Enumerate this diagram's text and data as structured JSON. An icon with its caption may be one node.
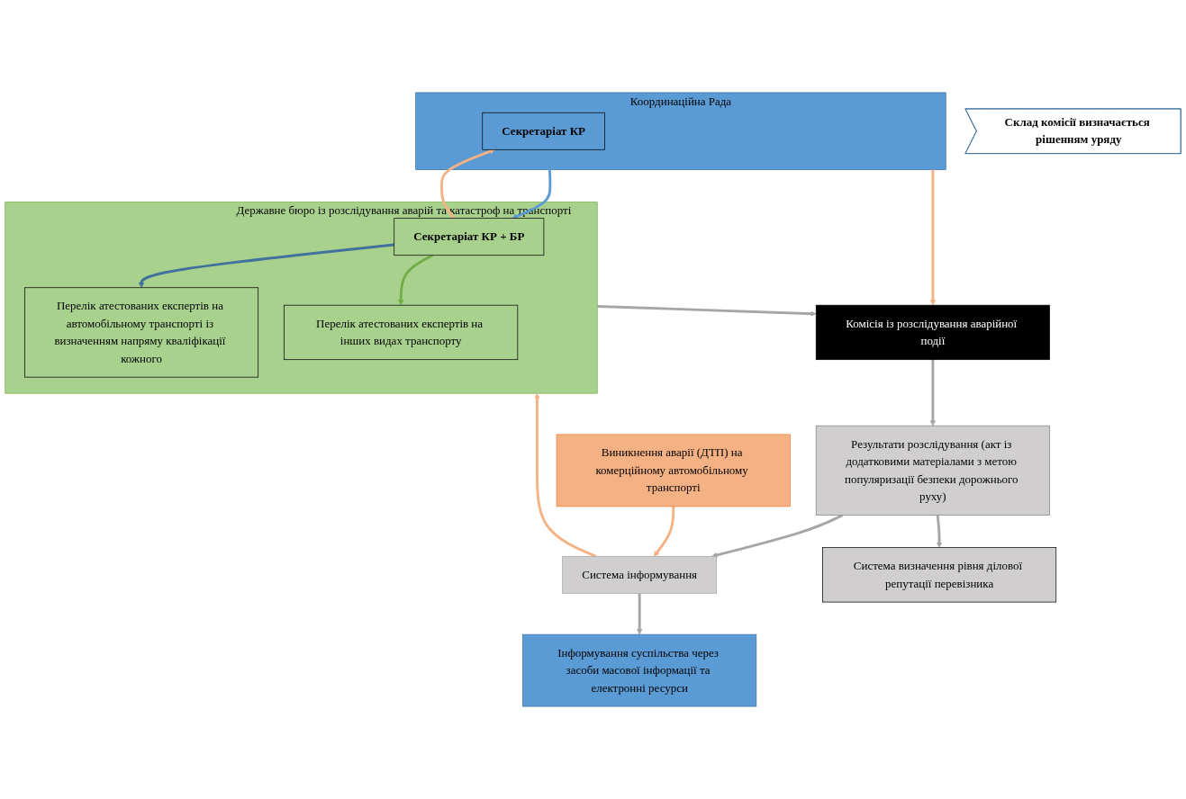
{
  "diagram": {
    "nodes": [
      {
        "text": [
          "Координаційна Рада"
        ]
      },
      {
        "text": [
          "Секретаріат КР"
        ],
        "in": 0
      },
      {
        "text": [
          "Державне бюро із розслідування аварій та катастроф на транспорті"
        ]
      },
      {
        "text": [
          "Секретаріат КР + БР"
        ],
        "in": 2
      },
      {
        "text": [
          "Перелік атестованих експертів на автомобільному транспорті із визначенням напряму кваліфікації кожного"
        ],
        "in": 2
      },
      {
        "text": [
          "Перелік атестованих експертів на інших видах транспорту"
        ],
        "in": 2
      },
      {
        "text": [
          "Склад комісії визначається рішенням уряду"
        ]
      },
      {
        "text": [
          "Комісія із розслідування аварійної події"
        ]
      },
      {
        "text": [
          "Результати розслідування (акт із додатковими матеріалами з метою популяризації безпеки дорожнього руху)"
        ]
      },
      {
        "text": [
          "Система інформування"
        ]
      },
      {
        "text": [
          "Виникнення аварії (ДТП) на комерційному автомобільному транспорті"
        ]
      },
      {
        "text": [
          "Система визначення рівня ділової репутації перевізника"
        ]
      },
      {
        "text": [
          "Інформування суспільства через засоби масової інформації та електронні ресурси"
        ]
      }
    ],
    "edges": [
      {
        "from": 3,
        "to": 1,
        "arrow": "to",
        "color": "#f4b183"
      },
      {
        "from": 1,
        "to": 3,
        "arrow": "to",
        "color": "#5b9bd5"
      },
      {
        "from": 3,
        "to": 4,
        "arrow": "to",
        "color": "#41719c"
      },
      {
        "from": 3,
        "to": 5,
        "arrow": "to",
        "color": "#70ad47"
      },
      {
        "from": 0,
        "to": 7,
        "arrow": "to",
        "color": "#f4b183"
      },
      {
        "from": 2,
        "to": 7,
        "arrow": "to"
      },
      {
        "from": 7,
        "to": 8,
        "arrow": "to"
      },
      {
        "from": 8,
        "to": 9,
        "arrow": "to"
      },
      {
        "from": 8,
        "to": 11,
        "arrow": "to"
      },
      {
        "from": 9,
        "to": 2,
        "arrow": "to",
        "color": "#f4b183"
      },
      {
        "from": 10,
        "to": 9,
        "arrow": "to",
        "color": "#f4b183"
      },
      {
        "from": 9,
        "to": 12,
        "arrow": "to"
      }
    ]
  }
}
